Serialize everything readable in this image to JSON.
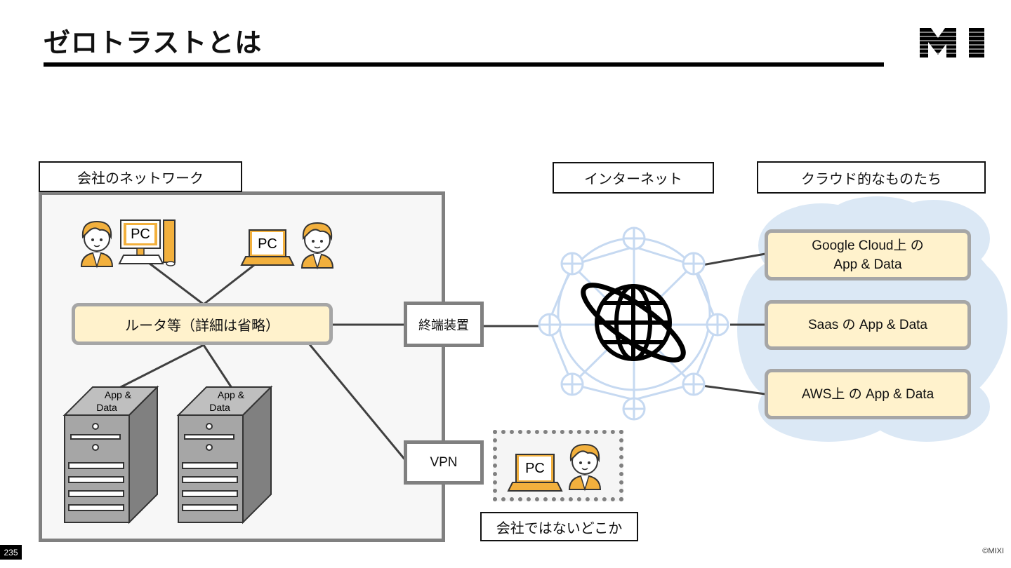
{
  "slide": {
    "title": "ゼロトラストとは",
    "page_number": "235",
    "copyright": "©MIXI"
  },
  "labels": {
    "company_network": "会社のネットワーク",
    "internet": "インターネット",
    "cloud": "クラウド的なものたち",
    "outside": "会社ではないどこか"
  },
  "network": {
    "router": "ルータ等（詳細は省略）",
    "terminal": "終端装置",
    "vpn": "VPN",
    "pc_label": "PC",
    "server_label_1": "App &",
    "server_label_2": "Data"
  },
  "apps": [
    {
      "line1": "Google Cloud上 の",
      "line2": "App & Data"
    },
    {
      "line1": "Saas の App & Data"
    },
    {
      "line1": "AWS上 の App & Data"
    }
  ],
  "colors": {
    "accent_fill": "#fff2cc",
    "person_orange": "#f2b03d",
    "cloud_blue": "#dbe8f5",
    "globe_ring": "#c6d9f1",
    "border_gray": "#808080"
  }
}
